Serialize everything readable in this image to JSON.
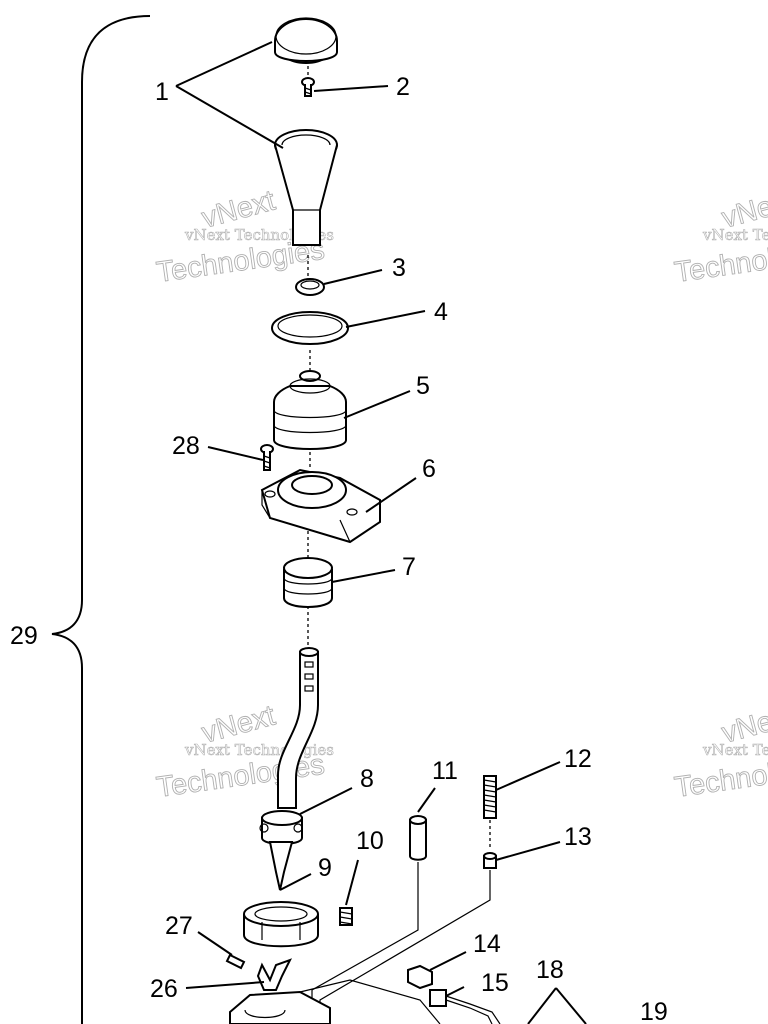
{
  "callouts": [
    {
      "id": "1",
      "text": "1"
    },
    {
      "id": "2",
      "text": "2"
    },
    {
      "id": "3",
      "text": "3"
    },
    {
      "id": "4",
      "text": "4"
    },
    {
      "id": "5",
      "text": "5"
    },
    {
      "id": "6",
      "text": "6"
    },
    {
      "id": "7",
      "text": "7"
    },
    {
      "id": "8",
      "text": "8"
    },
    {
      "id": "9",
      "text": "9"
    },
    {
      "id": "10",
      "text": "10"
    },
    {
      "id": "11",
      "text": "11"
    },
    {
      "id": "12",
      "text": "12"
    },
    {
      "id": "13",
      "text": "13"
    },
    {
      "id": "14",
      "text": "14"
    },
    {
      "id": "15",
      "text": "15"
    },
    {
      "id": "18",
      "text": "18"
    },
    {
      "id": "19",
      "text": "19"
    },
    {
      "id": "26",
      "text": "26"
    },
    {
      "id": "27",
      "text": "27"
    },
    {
      "id": "28",
      "text": "28"
    },
    {
      "id": "29",
      "text": "29"
    }
  ],
  "watermark": {
    "line1": "vNext Technologies",
    "line2": "Technologies",
    "line3": "vNext"
  }
}
